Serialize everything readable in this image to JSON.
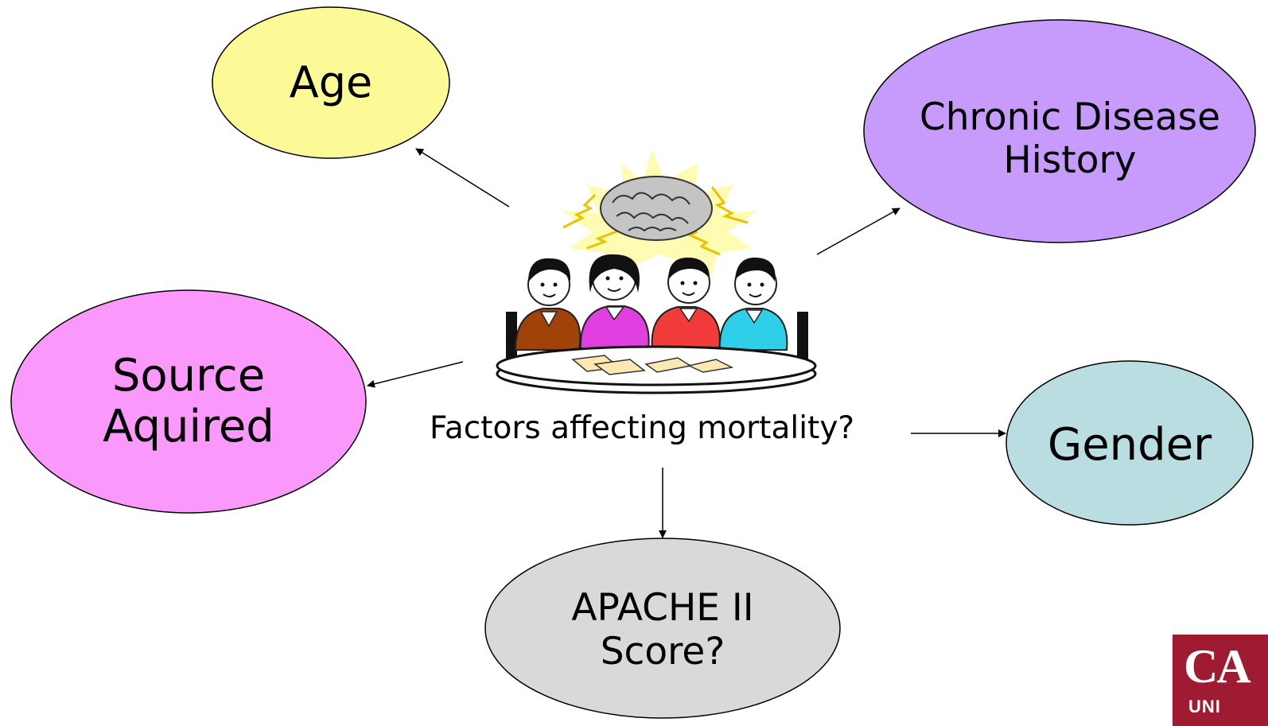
{
  "diagram": {
    "center_caption": "Factors affecting mortality?",
    "nodes": {
      "age": {
        "label": "Age",
        "fill": "#fbfa96"
      },
      "chronic": {
        "lines": [
          "Chronic Disease",
          "History"
        ],
        "fill": "#c79bfb"
      },
      "source": {
        "lines": [
          "Source",
          "Aquired"
        ],
        "fill": "#fb98fb"
      },
      "gender": {
        "label": "Gender",
        "fill": "#b9dde0"
      },
      "apache": {
        "lines": [
          "APACHE II",
          "Score?"
        ],
        "fill": "#d9d9d9"
      }
    }
  },
  "logo": {
    "line1": "CA",
    "line2": "UNI",
    "color": "#9e1b32"
  },
  "icons": {
    "center": "brainstorm-meeting-icon"
  }
}
